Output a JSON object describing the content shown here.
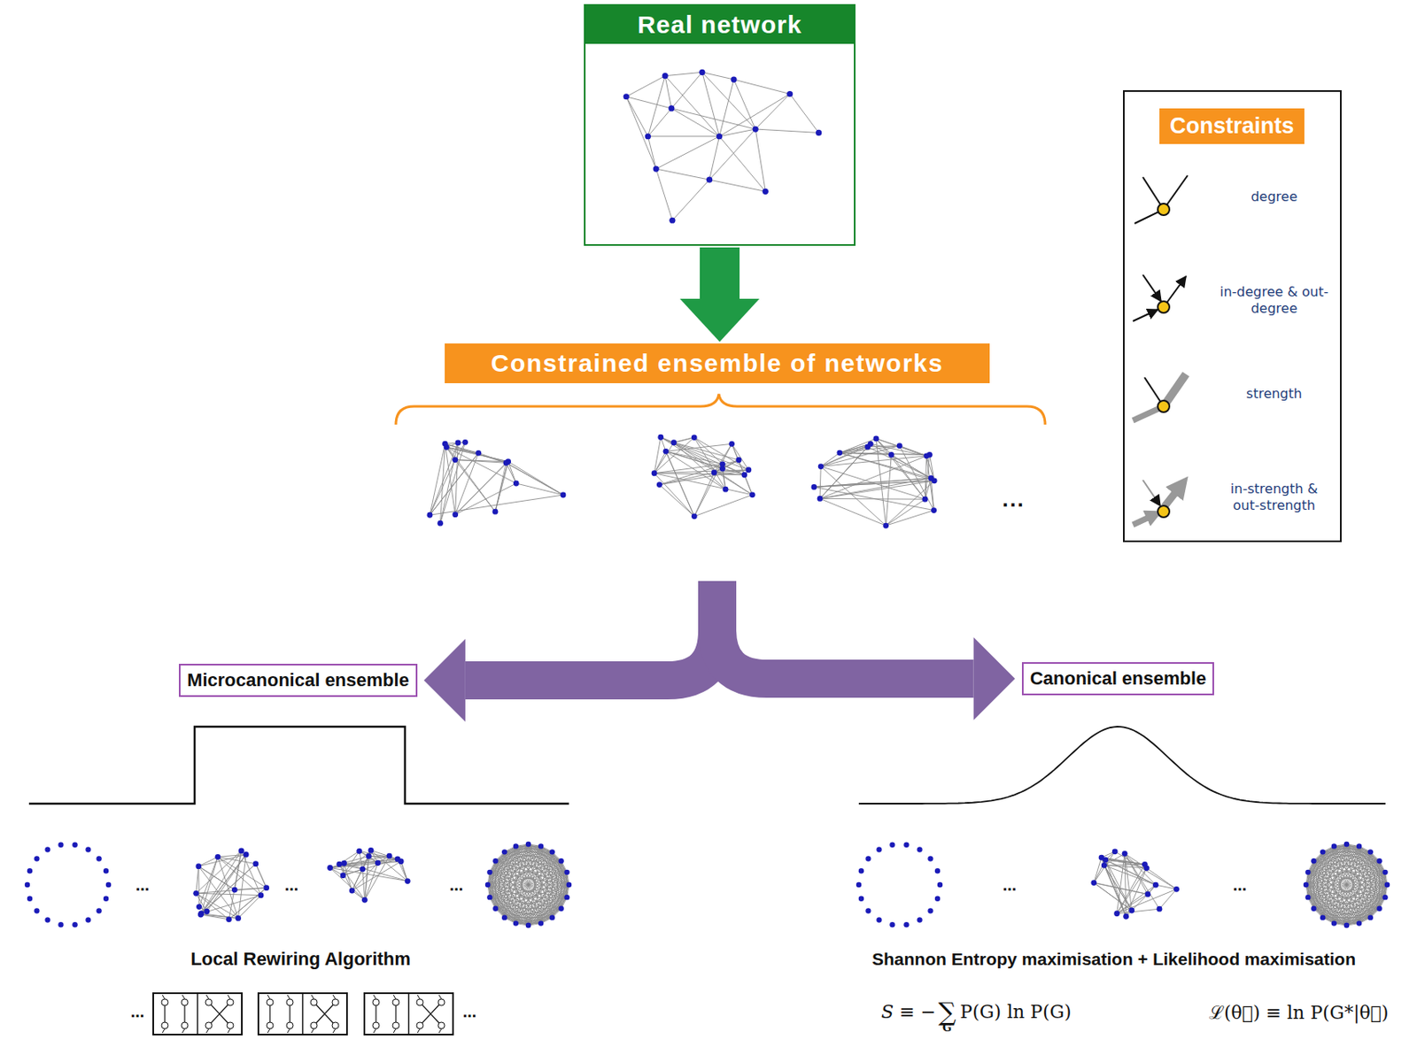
{
  "diagram": {
    "nodes": [
      {
        "text": [
          "Real network"
        ]
      },
      {
        "text": [
          "Constrained ensemble of networks"
        ]
      },
      {
        "text": [
          "Constraints"
        ]
      },
      {
        "text": [
          "Microcanonical ensemble"
        ]
      },
      {
        "text": [
          "Canonical ensemble"
        ]
      }
    ],
    "edges": [
      {
        "from": 0,
        "to": 1,
        "arrow": "to"
      },
      {
        "from": 1,
        "to": 3,
        "arrow": "to"
      },
      {
        "from": 1,
        "to": 4,
        "arrow": "to"
      }
    ],
    "labels": [
      "...",
      "...",
      "...",
      "...",
      "Local Rewiring Algorithm",
      "...",
      "...",
      "...",
      "...",
      "Shannon Entropy maximisation + Likelihood maximisation",
      "S ≡ −",
      "∑",
      "G",
      "P(G) ln P(G)",
      "ℒ(θ⃗) ≡ ln P(G*|θ⃗)"
    ],
    "legend": [
      {
        "text": "degree"
      },
      {
        "text": "in-degree & out-degree"
      },
      {
        "text": "strength"
      },
      {
        "text": "in-strength & out-strength"
      }
    ]
  }
}
